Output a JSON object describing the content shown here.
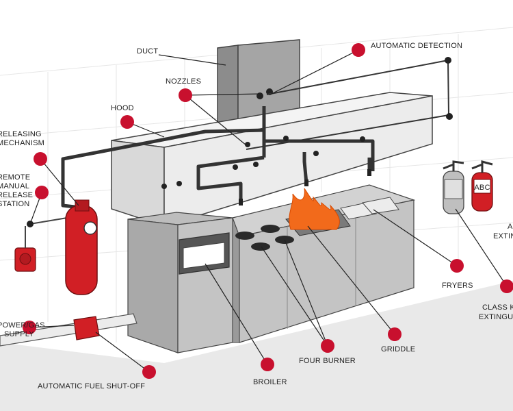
{
  "labels": {
    "duct": "DUCT",
    "automatic_detection": "AUTOMATIC DETECTION",
    "nozzles": "NOZZLES",
    "hood": "HOOD",
    "releasing_mechanism_1": "RELEASING",
    "releasing_mechanism_2": "MECHANISM",
    "remote_1": "REMOTE",
    "remote_2": "MANUAL",
    "remote_3": "RELEASE",
    "remote_4": "STATION",
    "power_gas_1": "POWER/GAS",
    "power_gas_2": "SUPPLY",
    "automatic_fuel_shutoff": "AUTOMATIC FUEL SHUT-OFF",
    "broiler": "BROILER",
    "four_burner": "FOUR BURNER",
    "griddle": "GRIDDLE",
    "fryers": "FRYERS",
    "class_k_1": "CLASS K",
    "class_k_2": "EXTINGUISHER",
    "abc_1": "ABC",
    "abc_2": "EXTINGUISHER",
    "abc_tag": "ABC"
  },
  "colors": {
    "marker": "#c8102e",
    "cylinder": "#d11f25",
    "flame": "#f26a1b",
    "steel": "#c9c9c9",
    "pipe": "#333333"
  }
}
